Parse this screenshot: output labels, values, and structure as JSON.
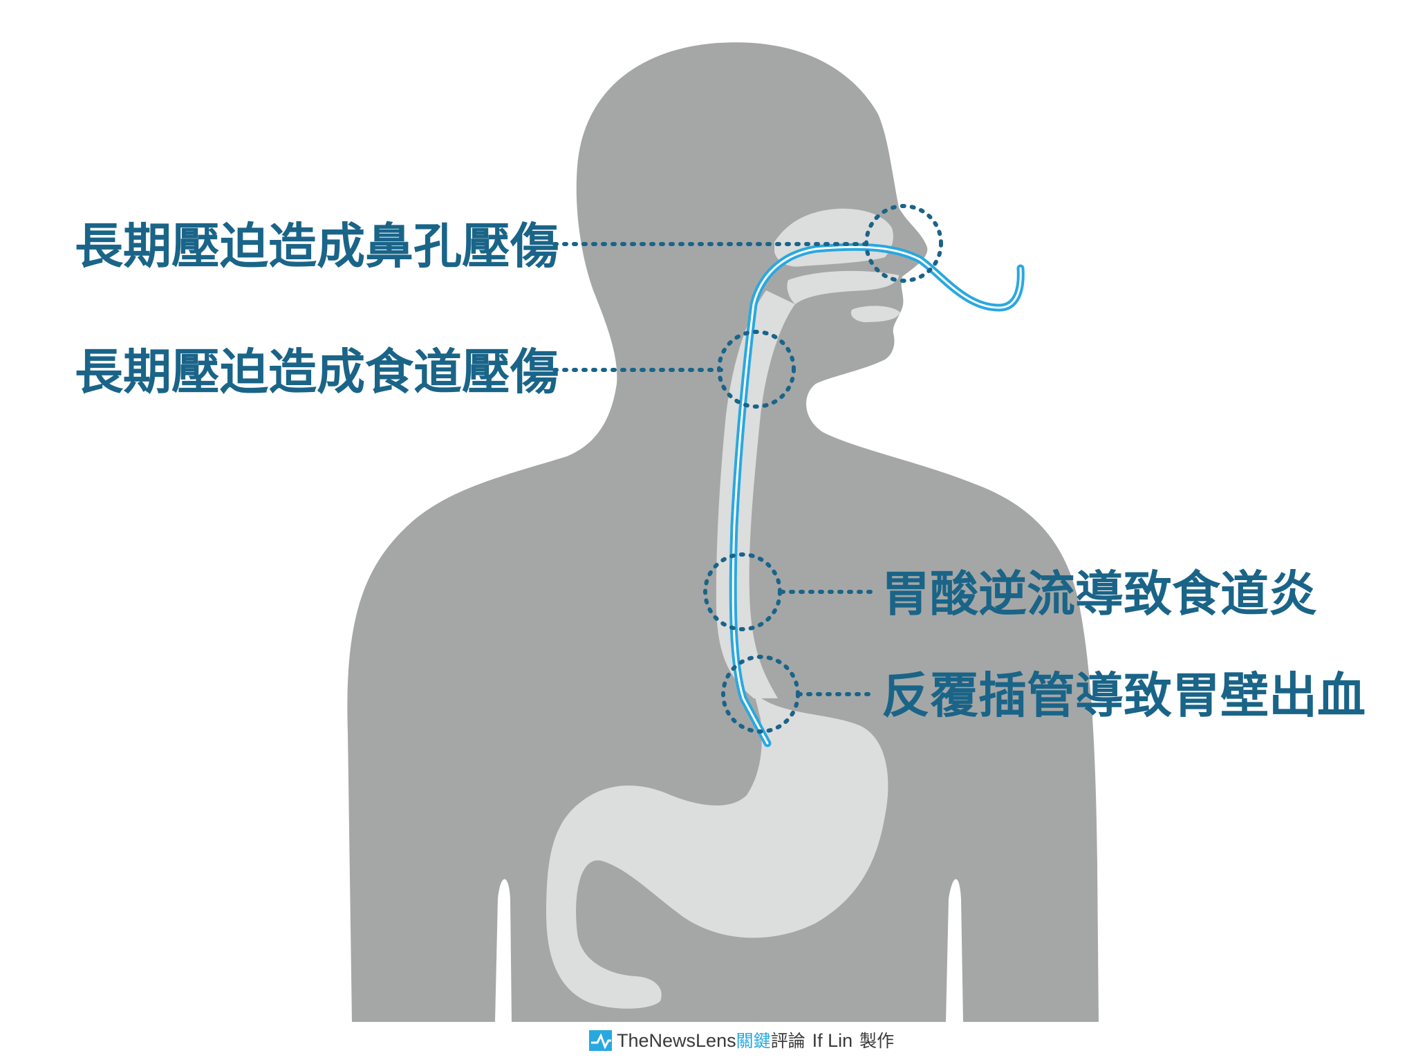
{
  "callouts": [
    {
      "id": "nostril",
      "text": "長期壓迫造成鼻孔壓傷"
    },
    {
      "id": "esophagus",
      "text": "長期壓迫造成食道壓傷"
    },
    {
      "id": "reflux",
      "text": "胃酸逆流導致食道炎"
    },
    {
      "id": "bleeding",
      "text": "反覆插管導致胃壁出血"
    }
  ],
  "credit": {
    "brand": "TheNewsLens",
    "brand_cjk": "關鍵",
    "brand_cjk_rest": "評論",
    "author": "If Lin",
    "suffix": "製作"
  },
  "colors": {
    "body": "#a5a7a6",
    "organ": "#dcdddd",
    "tube": "#29a8df",
    "callout": "#1a6488",
    "background": "#ffffff"
  },
  "icons": {
    "credit_logo": "pulse-line-icon"
  }
}
